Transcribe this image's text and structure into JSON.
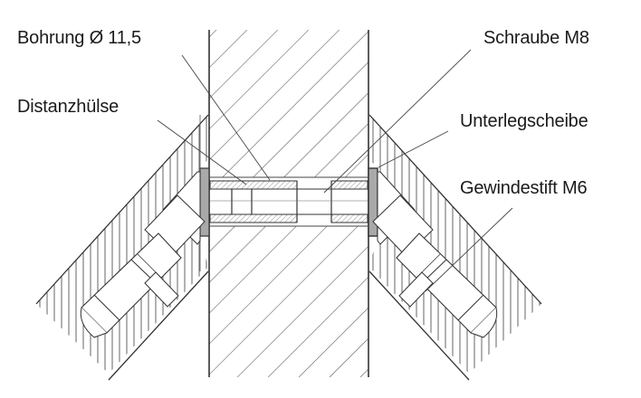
{
  "diagram": {
    "type": "technical-cross-section",
    "colors": {
      "line": "#2a2a2a",
      "hatch": "#555555",
      "washer_fill": "#a9a9a9",
      "background": "#ffffff"
    },
    "labels": [
      {
        "id": "bohrung",
        "text": "Bohrung Ø 11,5",
        "side": "left"
      },
      {
        "id": "distanzhuelse",
        "text": "Distanzhülse",
        "side": "left"
      },
      {
        "id": "schraube",
        "text": "Schraube M8",
        "side": "right"
      },
      {
        "id": "unterlegscheibe",
        "text": "Unterlegscheibe",
        "side": "right"
      },
      {
        "id": "gewindestift",
        "text": "Gewindestift M6",
        "side": "right"
      }
    ],
    "parts": [
      "center-wall",
      "left-angled-panel",
      "right-angled-panel",
      "bolt-m8",
      "spacer-sleeve",
      "washer-left",
      "washer-right",
      "set-screw-left",
      "set-screw-right"
    ]
  }
}
